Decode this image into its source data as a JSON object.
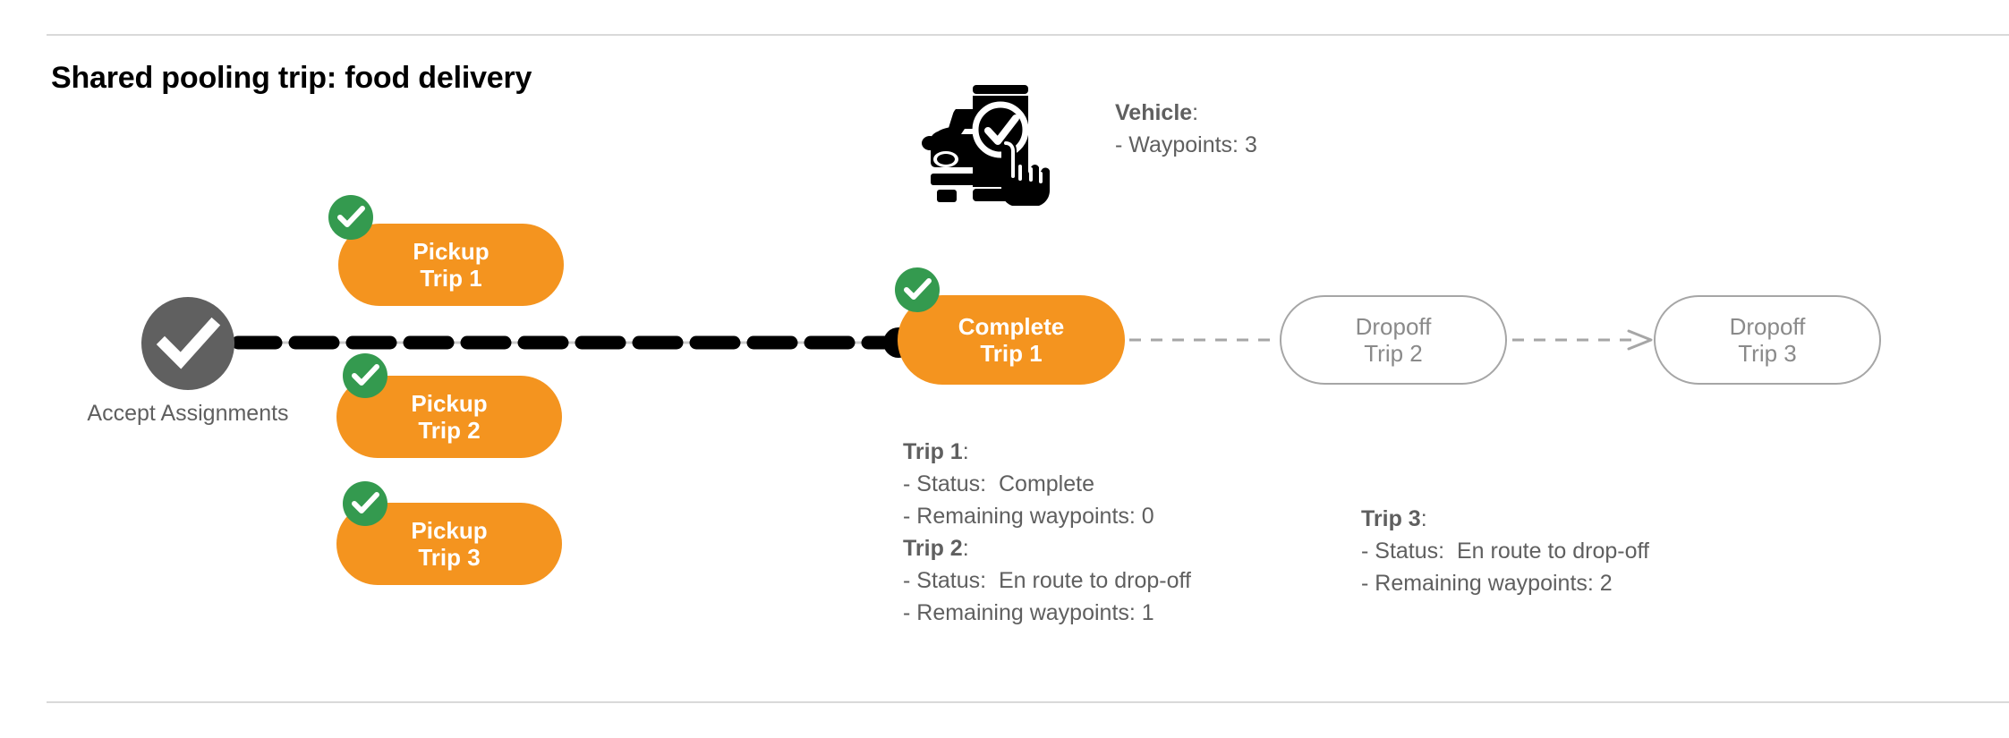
{
  "page": {
    "title": "Shared pooling trip: food delivery",
    "background": "#ffffff",
    "rule_color": "#d9d9d9"
  },
  "colors": {
    "orange": "#F4941F",
    "green": "#349A4F",
    "gray_node": "#606060",
    "gray_text": "#5f5f5f",
    "outline_gray": "#a6a6a6",
    "outline_text": "#8a8a8a",
    "black": "#000000"
  },
  "start_node": {
    "icon": "check-circle-icon",
    "label_line1": "Accept",
    "label_line2": "Assignments"
  },
  "vehicle": {
    "icon": "vehicle-phone-check-icon",
    "heading": "Vehicle",
    "heading_suffix": ":",
    "rows": [
      "- Waypoints: 3"
    ]
  },
  "nodes": [
    {
      "id": "pickup-1",
      "line1": "Pickup",
      "line2": "Trip 1",
      "state": "done",
      "style": "solid",
      "badge": "green-check-badge"
    },
    {
      "id": "pickup-2",
      "line1": "Pickup",
      "line2": "Trip 2",
      "state": "done",
      "style": "solid",
      "badge": "green-check-badge"
    },
    {
      "id": "pickup-3",
      "line1": "Pickup",
      "line2": "Trip 3",
      "state": "done",
      "style": "solid",
      "badge": "green-check-badge"
    },
    {
      "id": "complete-1",
      "line1": "Complete",
      "line2": "Trip 1",
      "state": "done",
      "style": "solid",
      "badge": "green-check-badge"
    },
    {
      "id": "dropoff-2",
      "line1": "Dropoff",
      "line2": "Trip 2",
      "state": "pending",
      "style": "outline",
      "badge": null
    },
    {
      "id": "dropoff-3",
      "line1": "Dropoff",
      "line2": "Trip 3",
      "state": "pending",
      "style": "outline",
      "badge": null
    }
  ],
  "trips": [
    {
      "heading": "Trip 1",
      "heading_suffix": ":",
      "status_label": "- Status:",
      "status_value": "Complete",
      "waypoints_row": "- Remaining waypoints: 0"
    },
    {
      "heading": "Trip 2",
      "heading_suffix": ":",
      "status_label": "- Status:",
      "status_value": "En route to drop-off",
      "waypoints_row": "- Remaining waypoints: 1"
    },
    {
      "heading": "Trip 3",
      "heading_suffix": ":",
      "status_label": "- Status:",
      "status_value": "En route to drop-off",
      "waypoints_row": "- Remaining waypoints: 2"
    }
  ]
}
